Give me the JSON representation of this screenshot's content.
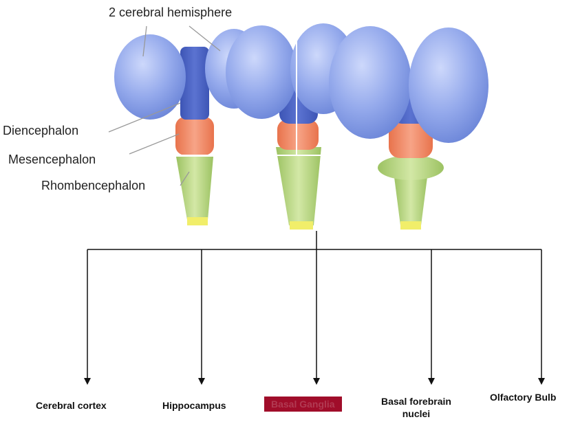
{
  "anatomy_labels": {
    "hemisphere": "2 cerebral hemisphere",
    "diencephalon": "Diencephalon",
    "mesencephalon": "Mesencephalon",
    "rhombencephalon": "Rhombencephalon"
  },
  "outcomes": [
    {
      "label": "Cerebral cortex",
      "highlighted": false
    },
    {
      "label": "Hippocampus",
      "highlighted": false
    },
    {
      "label": "Basal Ganglia",
      "highlighted": true
    },
    {
      "label": "Basal forebrain",
      "label2": "nuclei",
      "highlighted": false
    },
    {
      "label": "Olfactory Bulb",
      "highlighted": false
    }
  ],
  "colors": {
    "hemisphere": "#8ea4e6",
    "diencephalon": "#4a62c0",
    "mesencephalon": "#f2845e",
    "rhombencephalon": "#b6d67e",
    "highlight": "#a00d2a"
  }
}
